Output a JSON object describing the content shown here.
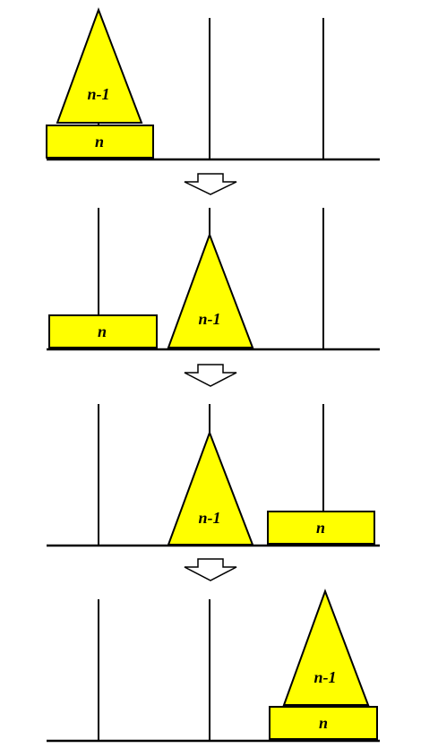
{
  "colors": {
    "piece_fill": "#ffff00",
    "stroke": "#000000",
    "background": "#ffffff"
  },
  "labels": {
    "small_stack": "n-1",
    "large_disk": "n"
  },
  "steps": [
    {
      "stack_peg": 1,
      "disk_peg": 1
    },
    {
      "stack_peg": 2,
      "disk_peg": 1
    },
    {
      "stack_peg": 2,
      "disk_peg": 3
    },
    {
      "stack_peg": 3,
      "disk_peg": 3
    }
  ],
  "arrows": [
    "down-arrow-icon",
    "down-arrow-icon",
    "down-arrow-icon"
  ]
}
